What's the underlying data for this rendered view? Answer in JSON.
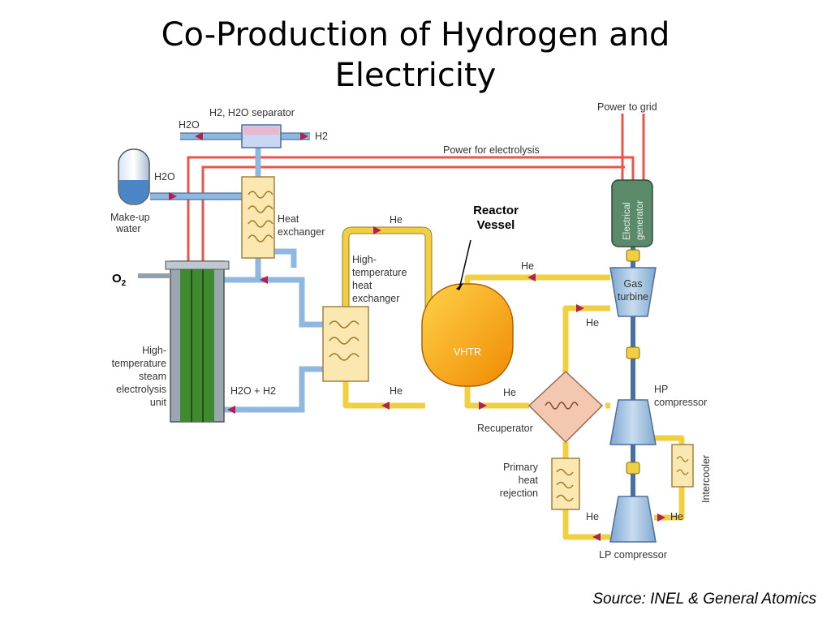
{
  "title": {
    "line1": "Co-Production of Hydrogen and",
    "line2": "Electricity"
  },
  "labels": {
    "separator": "H2, H2O separator",
    "h2o_left": "H2O",
    "h2_right": "H2",
    "h2o_feed": "H2O",
    "makeup_1": "Make-up",
    "makeup_2": "water",
    "power_grid": "Power to grid",
    "power_electrolysis": "Power for electrolysis",
    "heat_exchanger_1": "Heat",
    "heat_exchanger_2": "exchanger",
    "o2": "O",
    "o2_sub": "2",
    "he_top": "He",
    "hthx_1": "High-",
    "hthx_2": "temperature",
    "hthx_3": "heat",
    "hthx_4": "exchanger",
    "reactor_1": "Reactor",
    "reactor_2": "Vessel",
    "vhtr": "VHTR",
    "he_reactor_out": "He",
    "gas_turbine_1": "Gas",
    "gas_turbine_2": "turbine",
    "electrical_generator_1": "Electrical",
    "electrical_generator_2": "generator",
    "he_turbine_out": "He",
    "electrolysis_1": "High-",
    "electrolysis_2": "temperature",
    "electrolysis_3": "steam",
    "electrolysis_4": "electrolysis",
    "electrolysis_5": "unit",
    "h2o_h2": "H2O + H2",
    "he_bottom": "He",
    "he_recuperator": "He",
    "recuperator": "Recuperator",
    "hp_compressor_1": "HP",
    "hp_compressor_2": "compressor",
    "primary_1": "Primary",
    "primary_2": "heat",
    "primary_3": "rejection",
    "intercooler": "Intercooler",
    "he_lp_left": "He",
    "he_lp_right": "He",
    "lp_compressor": "LP compressor"
  },
  "source": "Source: INEL & General Atomics",
  "colors": {
    "power_line": "#e8554a",
    "water_pipe": "#8fb8e0",
    "helium_pipe": "#f0d040",
    "reactor": "#f5a800",
    "component": "#a9c7e3",
    "generator": "#5a8a6a",
    "recuperator": "#f4c8b0",
    "electrolysis": "#3f8a2f"
  }
}
